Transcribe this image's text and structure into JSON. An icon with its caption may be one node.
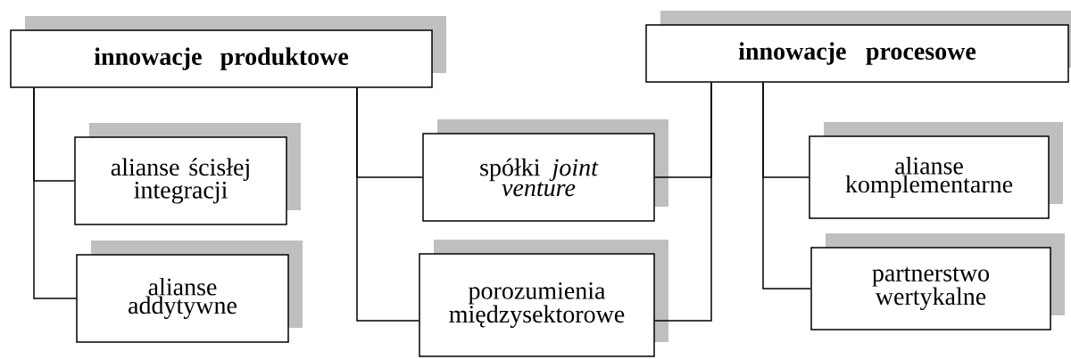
{
  "diagram": {
    "nodes": [
      {
        "text": [
          "innowacje produktowe"
        ]
      },
      {
        "text": [
          "innowacje procesowe"
        ]
      },
      {
        "text": [
          "alianse ścisłej integracji"
        ]
      },
      {
        "text": [
          "alianse addytywne"
        ]
      },
      {
        "text": [
          "spółki *joint venture*"
        ]
      },
      {
        "text": [
          "porozumienia międzysektorowe"
        ]
      },
      {
        "text": [
          "alianse komplementarne"
        ]
      },
      {
        "text": [
          "partnerstwo wertykalne"
        ]
      }
    ],
    "edges": [
      {
        "from": 0,
        "to": 2,
        "arrow": "none"
      },
      {
        "from": 0,
        "to": 3,
        "arrow": "none"
      },
      {
        "from": 0,
        "to": 4,
        "arrow": "none"
      },
      {
        "from": 0,
        "to": 5,
        "arrow": "none"
      },
      {
        "from": 1,
        "to": 4,
        "arrow": "none"
      },
      {
        "from": 1,
        "to": 5,
        "arrow": "none"
      },
      {
        "from": 1,
        "to": 6,
        "arrow": "none"
      },
      {
        "from": 1,
        "to": 7,
        "arrow": "none"
      }
    ]
  }
}
